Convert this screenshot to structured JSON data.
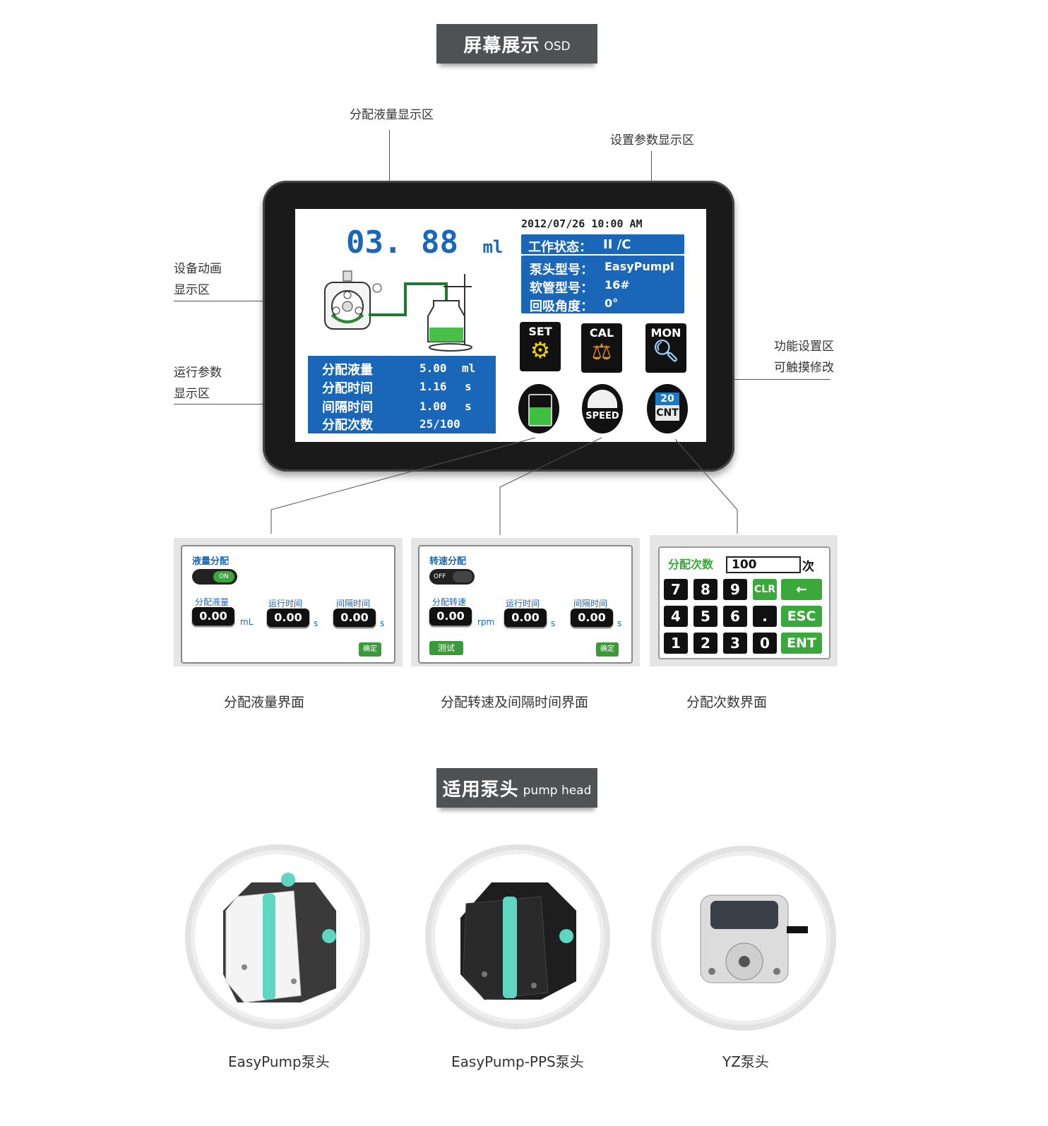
{
  "banners": {
    "osd": {
      "title": "屏幕展示",
      "sub": "OSD"
    },
    "pump": {
      "title": "适用泵头",
      "sub": "pump head"
    }
  },
  "callouts": {
    "volume_display": "分配液量显示区",
    "param_display": "设置参数显示区",
    "anim_line1": "设备动画",
    "anim_line2": "显示区",
    "run_line1": "运行参数",
    "run_line2": "显示区",
    "func_line1": "功能设置区",
    "func_line2": "可触摸修改"
  },
  "screen": {
    "volume": "03. 88",
    "volume_unit": "ml",
    "datetime": "2012/07/26 10:00 AM",
    "status_label": "工作状态：",
    "status_value": "II /C",
    "pump_label": "泵头型号：",
    "pump_value": "EasyPumpI",
    "tube_label": "软管型号：",
    "tube_value": "16#",
    "angle_label": "回吸角度：",
    "angle_value": "0°",
    "run_params": [
      {
        "label": "分配液量",
        "value": "5.00",
        "unit": "ml"
      },
      {
        "label": "分配时间",
        "value": "1.16",
        "unit": "s"
      },
      {
        "label": "间隔时间",
        "value": "1.00",
        "unit": "s"
      },
      {
        "label": "分配次数",
        "value": "25/100",
        "unit": ""
      }
    ],
    "icons": {
      "set": "SET",
      "cal": "CAL",
      "mon": "MON",
      "speed": "SPEED",
      "cnt_top": "20",
      "cnt": "CNT"
    }
  },
  "panel1": {
    "title": "液量分配",
    "toggle": "ON",
    "labels": [
      "分配液量",
      "运行时间",
      "间隔时间"
    ],
    "values": [
      "0.00",
      "0.00",
      "0.00"
    ],
    "units": [
      "mL",
      "s",
      "s"
    ],
    "ok": "确定"
  },
  "panel2": {
    "title": "转速分配",
    "toggle": "OFF",
    "labels": [
      "分配转速",
      "运行时间",
      "间隔时间"
    ],
    "values": [
      "0.00",
      "0.00",
      "0.00"
    ],
    "units": [
      "rpm",
      "s",
      "s"
    ],
    "test": "测试",
    "ok": "确定"
  },
  "panel3": {
    "label": "分配次数",
    "value": "100",
    "unit": "次",
    "keys_row1": [
      "7",
      "8",
      "9",
      "CLR"
    ],
    "keys_row2": [
      "4",
      "5",
      "6",
      "."
    ],
    "keys_row3": [
      "1",
      "2",
      "3",
      "0"
    ],
    "big_keys": [
      "←",
      "ESC",
      "ENT"
    ]
  },
  "captions": {
    "p1": "分配液量界面",
    "p2": "分配转速及间隔时间界面",
    "p3": "分配次数界面"
  },
  "pumps": [
    {
      "name": "EasyPump泵头"
    },
    {
      "name": "EasyPump-PPS泵头"
    },
    {
      "name": "YZ泵头"
    }
  ],
  "colors": {
    "banner": "#4f5254",
    "lcd_blue": "#1a66b8",
    "green": "#3aa83a",
    "teal": "#5fd6c0"
  }
}
